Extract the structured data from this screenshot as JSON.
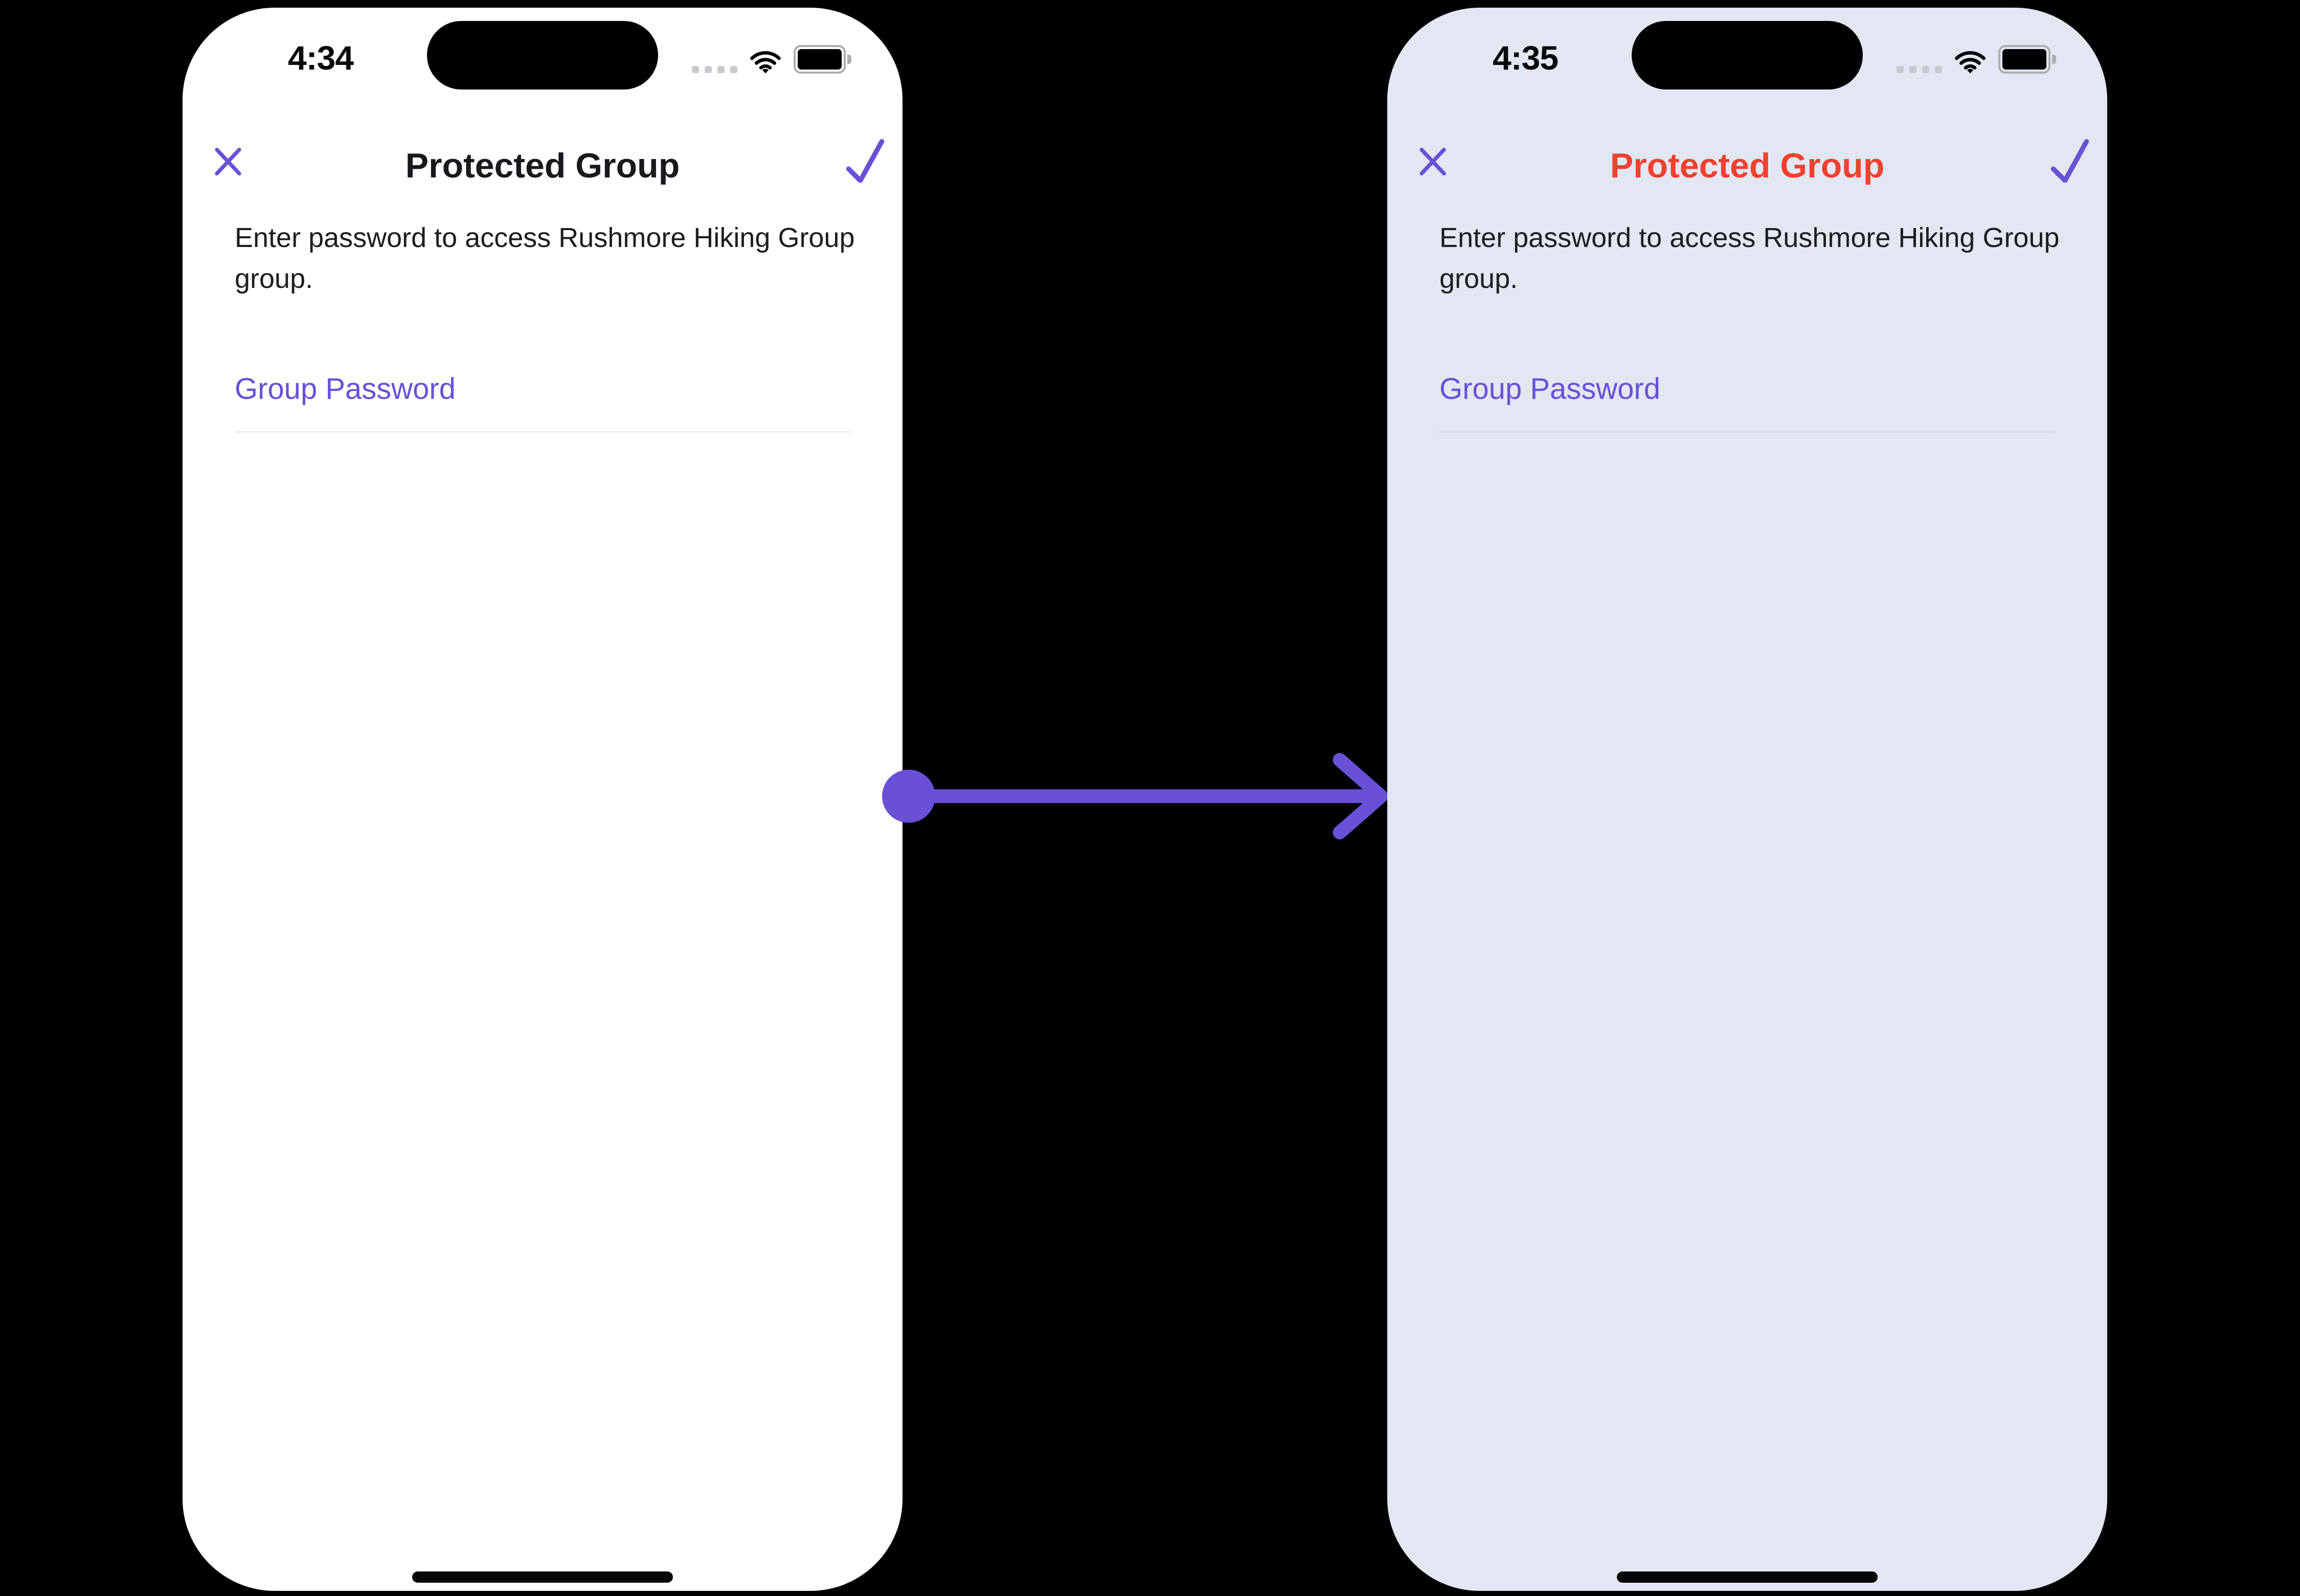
{
  "colors": {
    "canvas": "#000000",
    "accent_purple": "#6950d7",
    "title_default": "#17191c",
    "title_highlight_red": "#f4402f",
    "screen_before_bg": "#ffffff",
    "screen_after_bg": "#e2e7f3",
    "body_text": "#1d1d20",
    "divider_before": "#ececec",
    "divider_after": "#d6dae7"
  },
  "left_phone": {
    "time": "4:34",
    "nav": {
      "title": "Protected Group"
    },
    "subtitle": "Enter password to access Rushmore Hiking Group group.",
    "password_field": {
      "label": "Group Password",
      "value": ""
    }
  },
  "right_phone": {
    "time": "4:35",
    "nav": {
      "title": "Protected Group"
    },
    "subtitle": "Enter password to access Rushmore Hiking Group group.",
    "password_field": {
      "label": "Group Password",
      "value": ""
    }
  },
  "icons": {
    "status": [
      "cellular-signal-dots-icon",
      "wifi-icon",
      "battery-icon"
    ],
    "nav": [
      "close-x-icon",
      "checkmark-icon"
    ],
    "annotation": "transition-arrow"
  }
}
